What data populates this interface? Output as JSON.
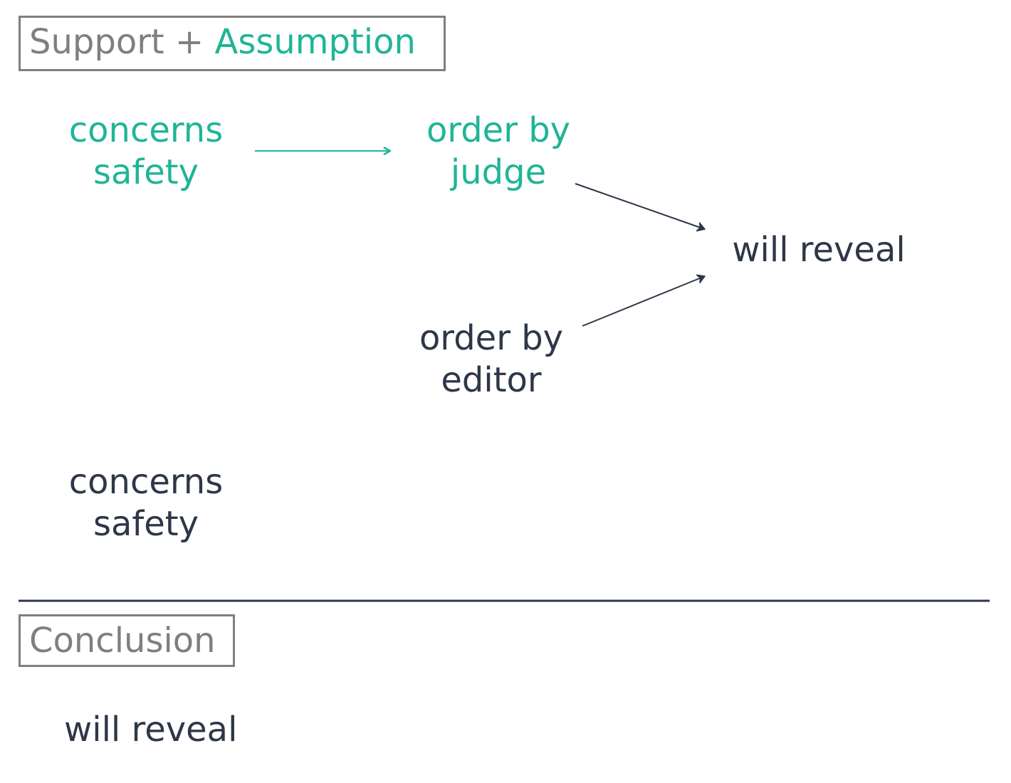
{
  "header": {
    "support_label": "Support + ",
    "assumption_label": "Assumption"
  },
  "nodes": {
    "concerns_top": [
      "concerns",
      "safety"
    ],
    "order_judge": [
      "order by",
      "judge"
    ],
    "will_reveal": "will reveal",
    "order_editor": [
      "order by",
      "editor"
    ],
    "concerns_bottom": [
      "concerns",
      "safety"
    ]
  },
  "conclusion": {
    "label": "Conclusion",
    "text": "will reveal"
  },
  "colors": {
    "accent": "#1fb597",
    "text": "#2d3748",
    "box_border": "#7f7f7f",
    "box_text": "#7f7f7f"
  }
}
